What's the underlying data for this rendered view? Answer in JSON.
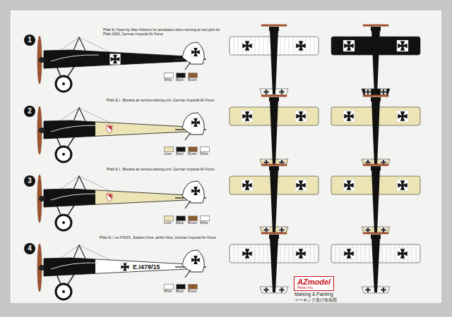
{
  "diagram": {
    "nodes": [
      {
        "text": [
          "1"
        ]
      },
      {
        "text": [
          "2"
        ]
      },
      {
        "text": [
          "3"
        ]
      },
      {
        "text": [
          "4"
        ]
      },
      {
        "text": [
          "AZmodel",
          "Plastic Kits"
        ]
      }
    ],
    "labels": [
      "Pfalz E.I flown by Max Holtzem for aerobatics when serving as test pilot for Pfalz,1916, German Imperial Air Force",
      "Pfalz E.I , Bavaria air service,training unit ,German Imperial Air Force",
      "Pfalz E.I , Bavaria air service,training unit ,German Imperial Air Force",
      "Pfalz E.I ,no 479/15 , Eastern front ,airfild Vilna ,German Imperial Air Force",
      "E.I479/15",
      "Marking & Painting",
      "マーキング及び塗装図"
    ],
    "legend": [
      {
        "text": "White",
        "color": "#ffffff"
      },
      {
        "text": "Black",
        "color": "#111111"
      },
      {
        "text": "Brown",
        "color": "#8b5a2b"
      },
      {
        "text": "Linen",
        "color": "#ece4b4"
      },
      {
        "text": "Black",
        "color": "#111111"
      },
      {
        "text": "Brown",
        "color": "#8b5a2b"
      },
      {
        "text": "White",
        "color": "#ffffff"
      },
      {
        "text": "Linen",
        "color": "#ece4b4"
      },
      {
        "text": "Black",
        "color": "#111111"
      },
      {
        "text": "Brown",
        "color": "#8b5a2b"
      },
      {
        "text": "White",
        "color": "#ffffff"
      },
      {
        "text": "White",
        "color": "#ffffff"
      },
      {
        "text": "Black",
        "color": "#111111"
      },
      {
        "text": "Brown",
        "color": "#8b5a2b"
      }
    ]
  }
}
